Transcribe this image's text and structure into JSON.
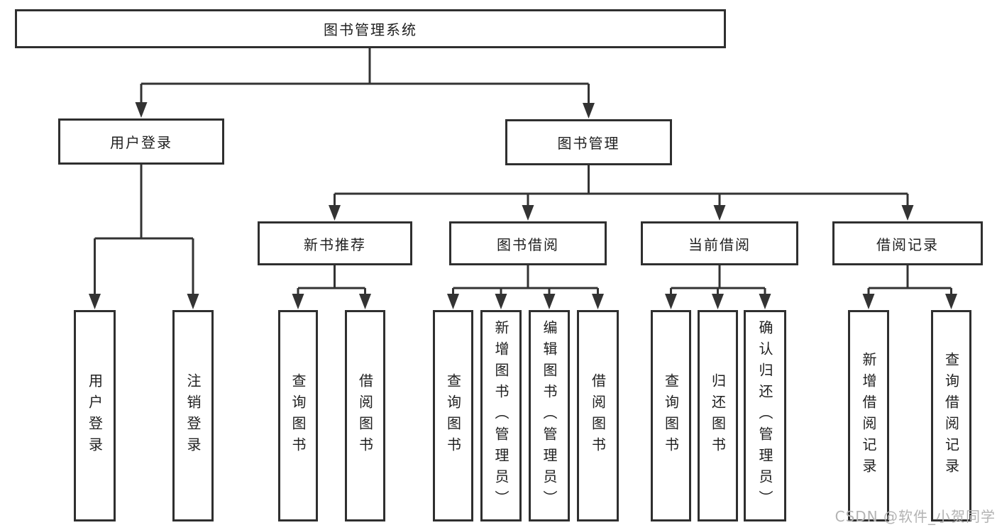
{
  "diagram": {
    "root": {
      "label": "图书管理系统"
    },
    "branches": [
      {
        "label": "用户登录",
        "children": [
          {
            "label": "用户登录"
          },
          {
            "label": "注销登录"
          }
        ]
      },
      {
        "label": "图书管理",
        "children": [
          {
            "label": "新书推荐",
            "children": [
              {
                "label": "查询图书"
              },
              {
                "label": "借阅图书"
              }
            ]
          },
          {
            "label": "图书借阅",
            "children": [
              {
                "label": "查询图书"
              },
              {
                "label": "新增图书（管理员）"
              },
              {
                "label": "编辑图书（管理员）"
              },
              {
                "label": "借阅图书"
              }
            ]
          },
          {
            "label": "当前借阅",
            "children": [
              {
                "label": "查询图书"
              },
              {
                "label": "归还图书"
              },
              {
                "label": "确认归还（管理员）"
              }
            ]
          },
          {
            "label": "借阅记录",
            "children": [
              {
                "label": "新增借阅记录"
              },
              {
                "label": "查询借阅记录"
              }
            ]
          }
        ]
      }
    ]
  },
  "watermark": {
    "text": "CSDN @软件_小贺同学"
  },
  "colors": {
    "line": "#333333",
    "box_border": "#2f2f2f",
    "text": "#1f1f1f",
    "background": "#ffffff",
    "watermark": "#b3b3b3"
  }
}
